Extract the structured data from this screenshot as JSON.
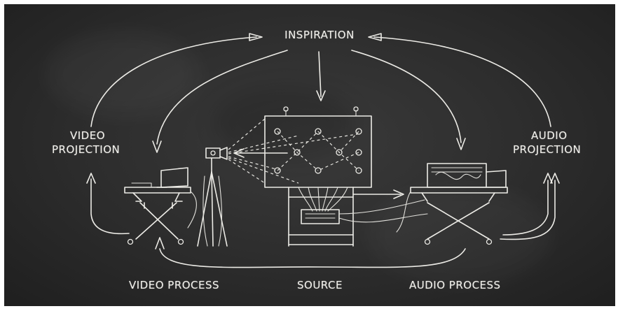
{
  "labels": {
    "inspiration": "INSPIRATION",
    "video_projection_line1": "VIDEO",
    "video_projection_line2": "PROJECTION",
    "audio_projection_line1": "AUDIO",
    "audio_projection_line2": "PROJECTION",
    "video_process": "VIDEO PROCESS",
    "source": "SOURCE",
    "audio_process": "AUDIO PROCESS"
  },
  "colors": {
    "chalkboard": "#2c2c2c",
    "chalk": "#ecebe6",
    "frame": "#ffffff"
  }
}
